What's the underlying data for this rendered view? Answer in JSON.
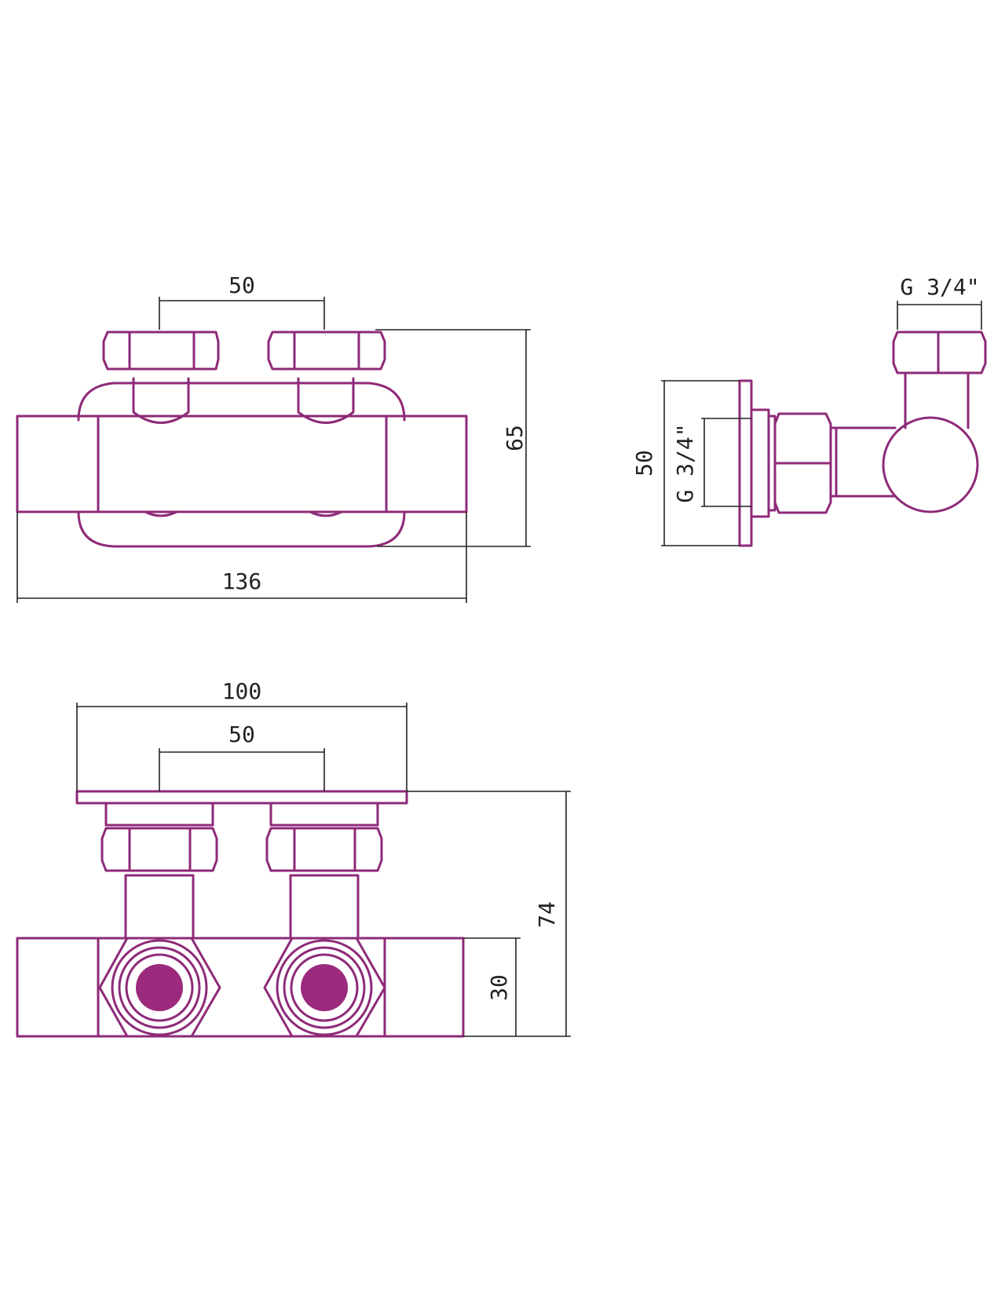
{
  "colors": {
    "part_outline": "#8e2a78",
    "port_fill": "#9b2a7d",
    "dimension_line": "#222222",
    "background": "#ffffff"
  },
  "top_view": {
    "dim_valve_spacing": "50",
    "dim_height": "65",
    "dim_overall_length": "136"
  },
  "side_view": {
    "dim_thread_top": "G 3/4\"",
    "dim_flange_height": "50",
    "dim_thread_side": "G 3/4\""
  },
  "front_view": {
    "dim_plate_width": "100",
    "dim_valve_spacing": "50",
    "dim_overall_height": "74",
    "dim_body_height": "30"
  }
}
